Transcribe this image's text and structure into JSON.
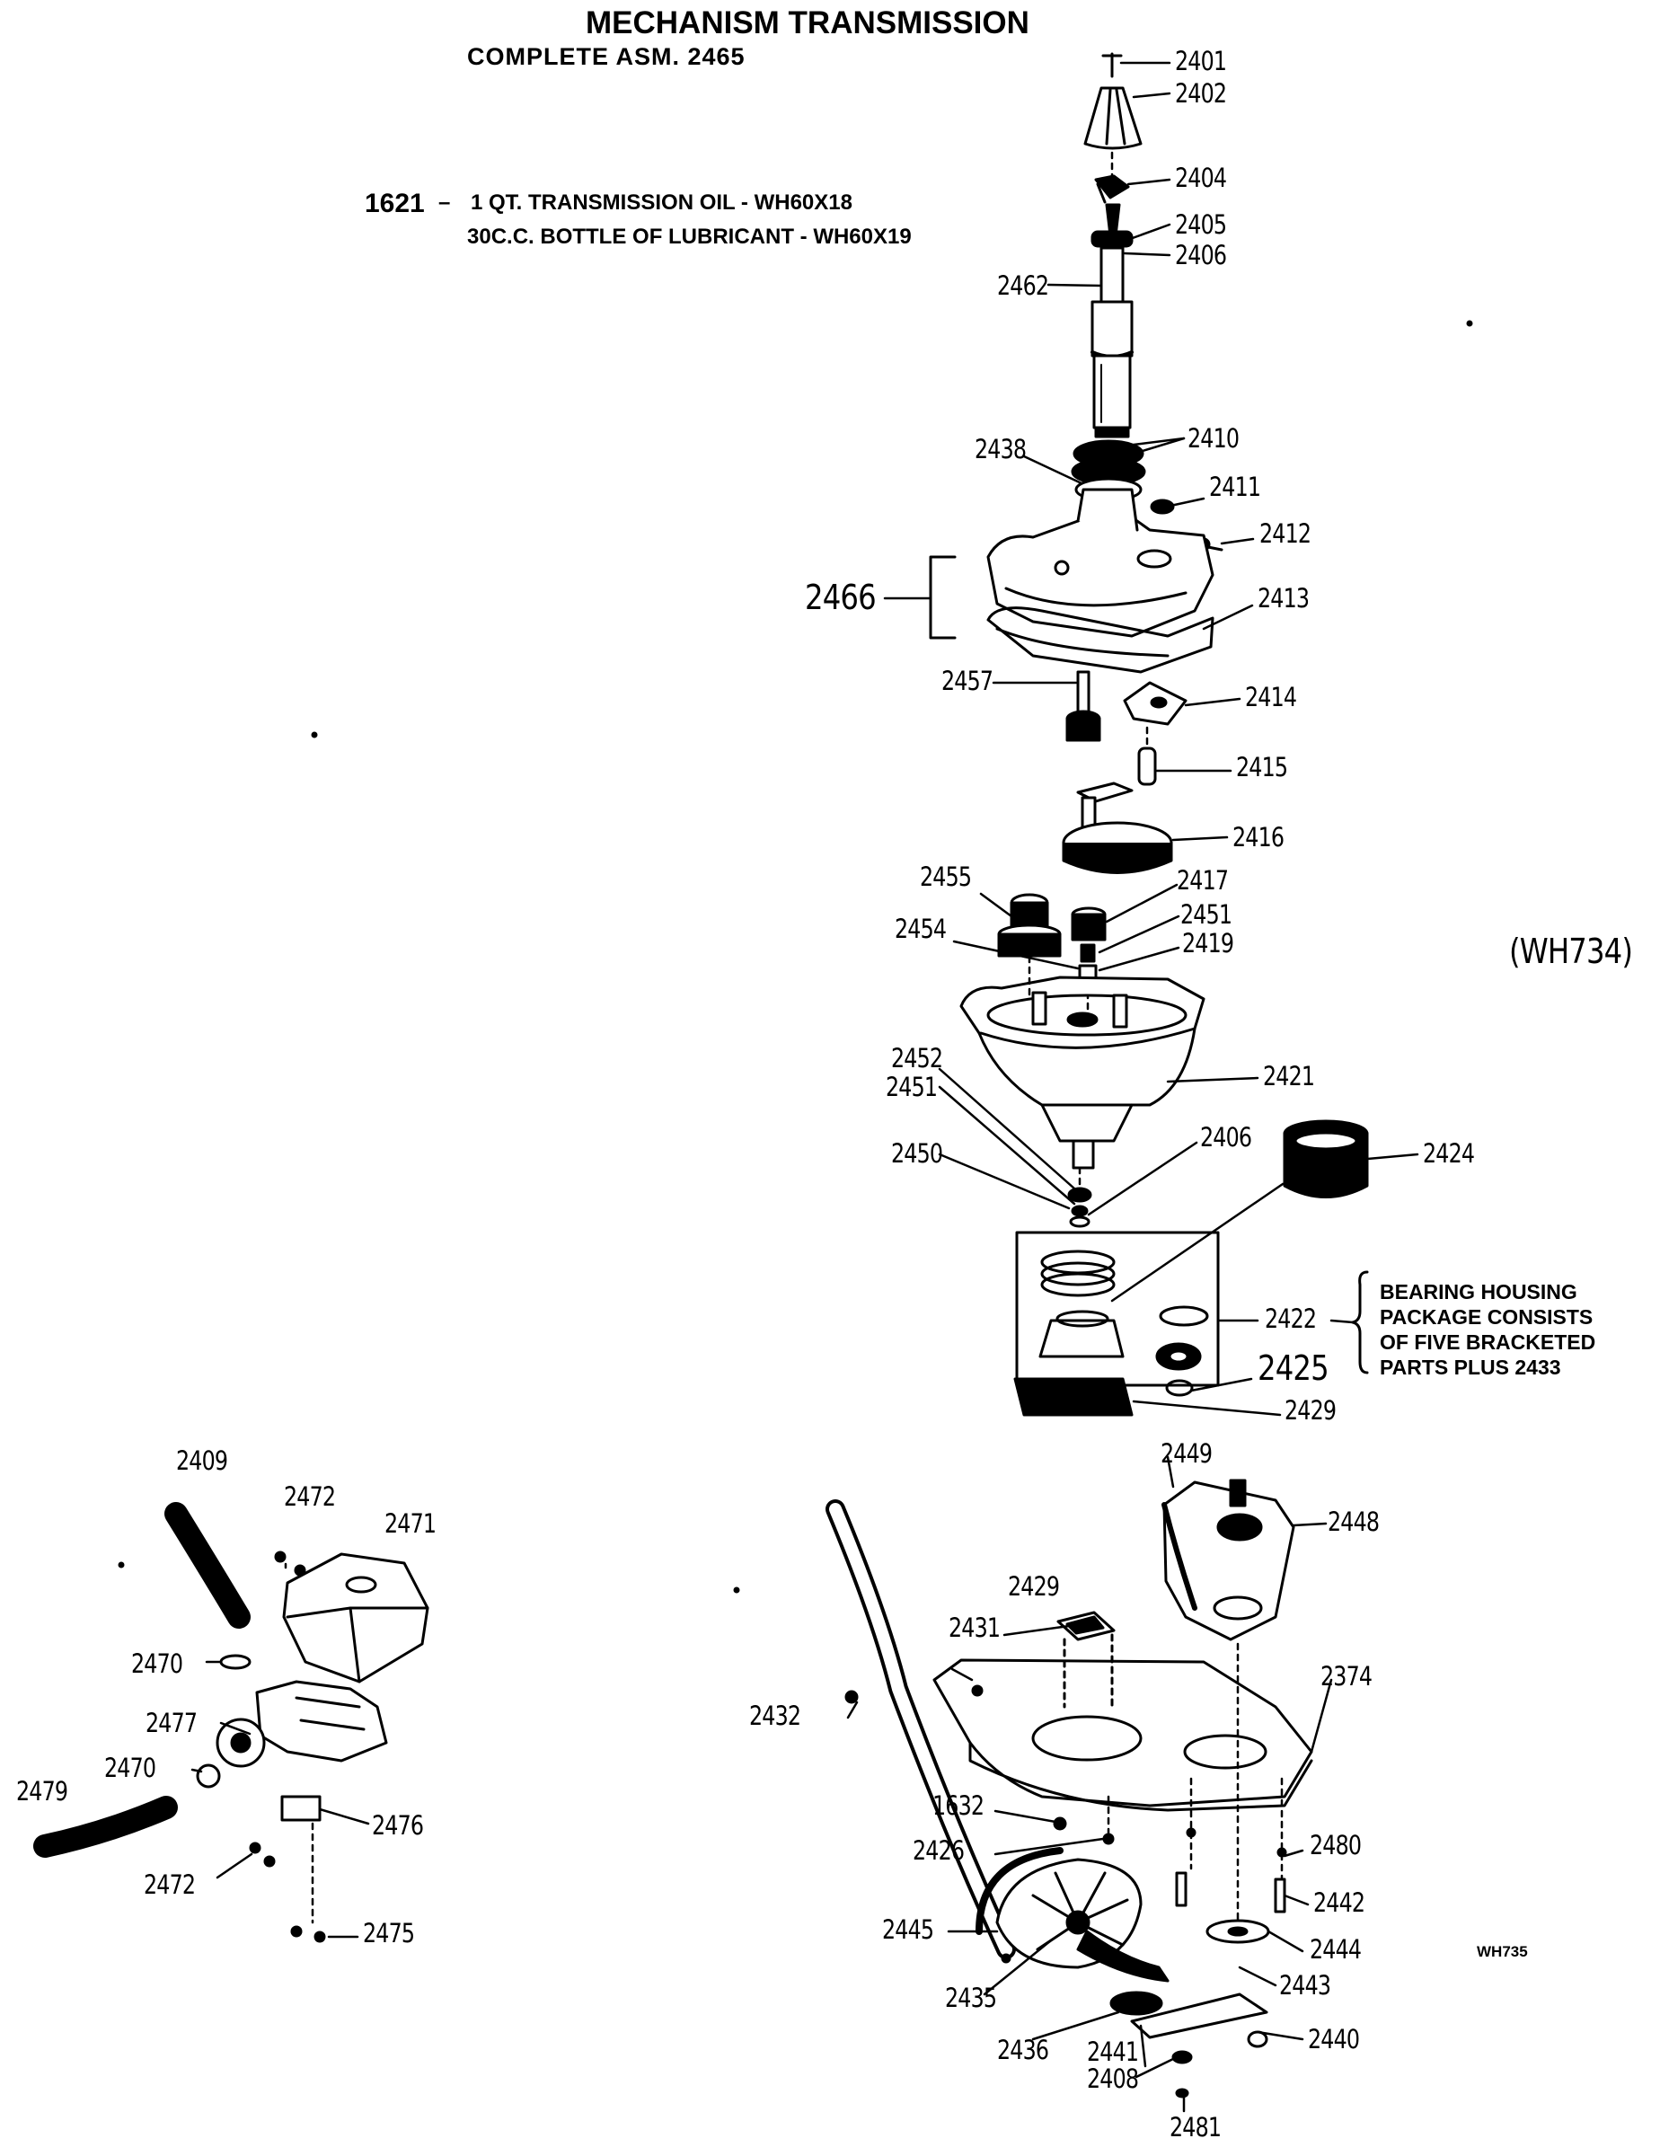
{
  "title": "MECHANISM TRANSMISSION",
  "subtitle": "COMPLETE  ASM. 2465",
  "note": {
    "number": "1621",
    "dash": "–",
    "line1": "1 QT. TRANSMISSION OIL - WH60X18",
    "line2": "30C.C. BOTTLE OF LUBRICANT - WH60X19"
  },
  "figure_code": "(WH734)",
  "corner_code": "WH735",
  "bracket_note": [
    "BEARING HOUSING",
    "PACKAGE CONSISTS",
    "OF FIVE BRACKETED",
    "PARTS PLUS 2433"
  ],
  "labels": {
    "l2401": "2401",
    "l2402": "2402",
    "l2404": "2404",
    "l2405": "2405",
    "l2406a": "2406",
    "l2462": "2462",
    "l2438": "2438",
    "l2410": "2410",
    "l2411": "2411",
    "l2412": "2412",
    "l2466": "2466",
    "l2413": "2413",
    "l2457": "2457",
    "l2414": "2414",
    "l2415": "2415",
    "l2416": "2416",
    "l2455": "2455",
    "l2417": "2417",
    "l2451a": "2451",
    "l2454": "2454",
    "l2419": "2419",
    "l2421": "2421",
    "l2452": "2452",
    "l2451b": "2451",
    "l2450": "2450",
    "l2406b": "2406",
    "l2424": "2424",
    "l2422": "2422",
    "l2425": "2425",
    "l2429a": "2429",
    "l2409": "2409",
    "l2472a": "2472",
    "l2471": "2471",
    "l2470a": "2470",
    "l2477": "2477",
    "l2470b": "2470",
    "l2479": "2479",
    "l2476": "2476",
    "l2472b": "2472",
    "l2475": "2475",
    "l2449": "2449",
    "l2448": "2448",
    "l2429b": "2429",
    "l2431": "2431",
    "l2374": "2374",
    "l2432": "2432",
    "l1632": "1632",
    "l2426": "2426",
    "l2480": "2480",
    "l2442": "2442",
    "l2445": "2445",
    "l2444": "2444",
    "l2443": "2443",
    "l2435": "2435",
    "l2440": "2440",
    "l2436": "2436",
    "l2441": "2441",
    "l2408": "2408",
    "l2481": "2481"
  }
}
